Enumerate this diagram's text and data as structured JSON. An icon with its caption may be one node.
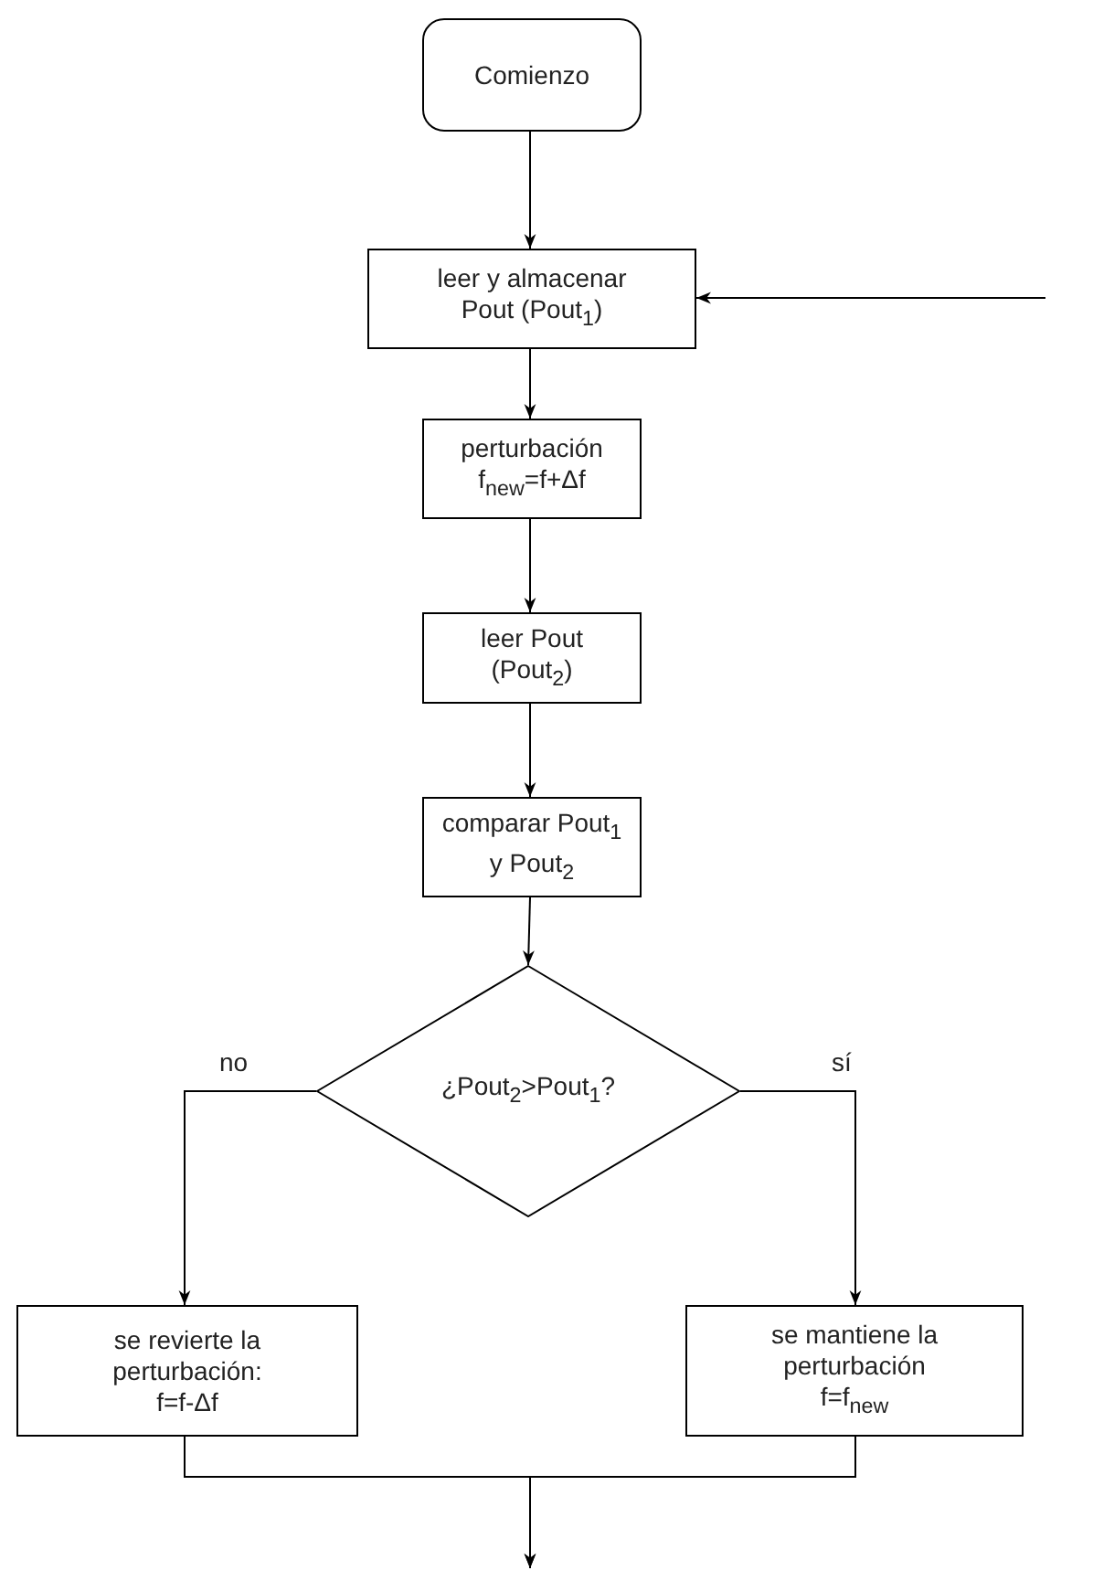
{
  "diagram": {
    "nodes": [
      {
        "text": [
          "Comienzo"
        ]
      },
      {
        "text": [
          "leer y almacenar Pout (Pout$_{1}$)"
        ]
      },
      {
        "text": [
          "perturbación f$_{new}$=f+Δf"
        ]
      },
      {
        "text": [
          "leer Pout (Pout$_{2}$)"
        ]
      },
      {
        "text": [
          "comparar Pout$_{1}$ y Pout$_{2}$"
        ]
      },
      {
        "text": [
          "¿Pout$_{2}$>Pout$_{1}$?"
        ]
      },
      {
        "text": [
          "se revierte la perturbación: f=f-Δf"
        ]
      },
      {
        "text": [
          "se mantiene la perturbación f=f$_{new}$"
        ]
      }
    ],
    "edges": [
      {
        "from": 0,
        "to": 1,
        "arrow": "to"
      },
      {
        "from": null,
        "to": 1,
        "arrow": "to"
      },
      {
        "from": 1,
        "to": 2,
        "arrow": "to"
      },
      {
        "from": 2,
        "to": 3,
        "arrow": "to"
      },
      {
        "from": 3,
        "to": 4,
        "arrow": "to"
      },
      {
        "from": 4,
        "to": 5,
        "arrow": "to"
      },
      {
        "from": 5,
        "to": 6,
        "label": "no",
        "arrow": "to"
      },
      {
        "from": 5,
        "to": 7,
        "label": "sí",
        "arrow": "to"
      },
      {
        "from": 6,
        "to": null,
        "arrow": "to"
      },
      {
        "from": 7,
        "to": null,
        "arrow": "to"
      }
    ]
  }
}
